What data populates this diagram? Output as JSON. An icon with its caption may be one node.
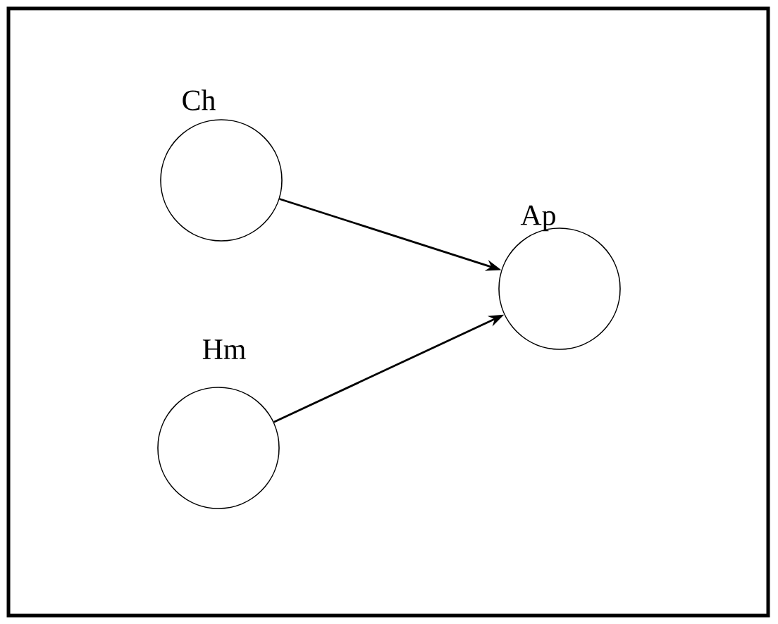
{
  "diagram": {
    "nodes": [
      {
        "text": [
          "Ch"
        ]
      },
      {
        "text": [
          "Hm"
        ]
      },
      {
        "text": [
          "Ap"
        ]
      }
    ],
    "edges": [
      {
        "from": 0,
        "to": 2,
        "arrow": "to"
      },
      {
        "from": 1,
        "to": 2,
        "arrow": "to"
      }
    ]
  }
}
